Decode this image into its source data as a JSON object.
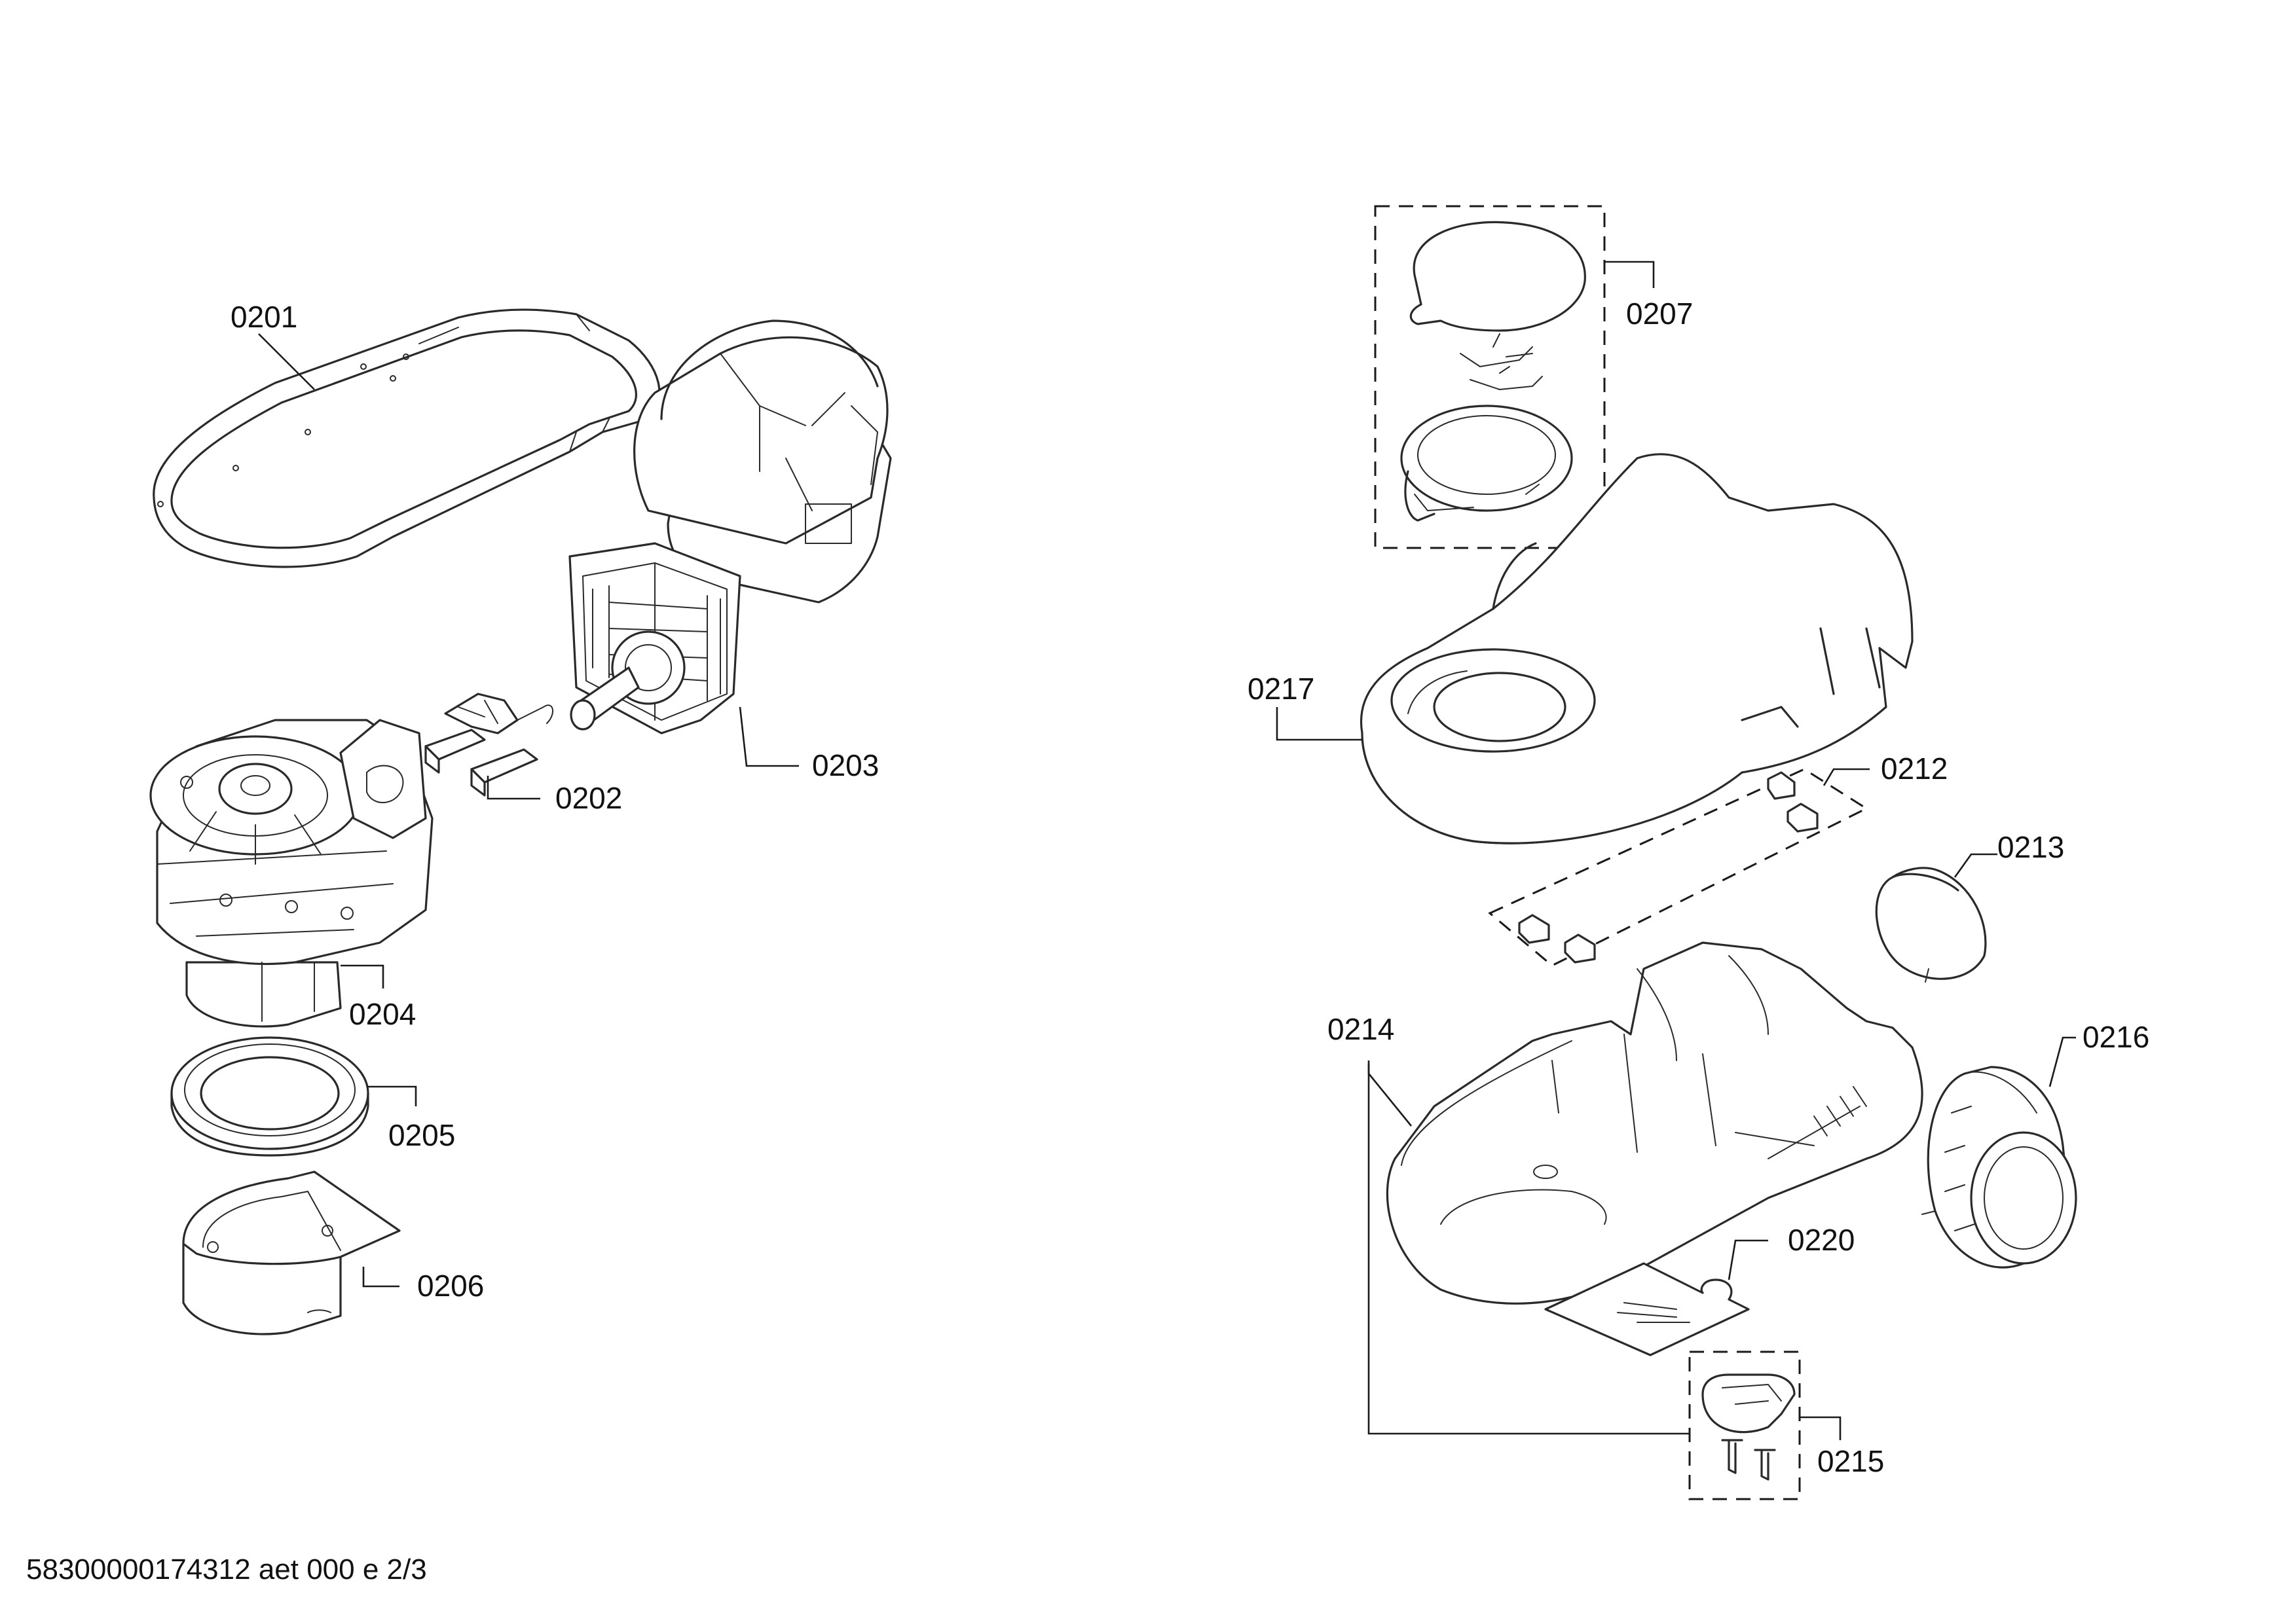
{
  "diagram": {
    "line_color": "#2a2a2a",
    "footer_text": "58300000174312 aet 000 e 2/3",
    "callouts": {
      "p0201": "0201",
      "p0202": "0202",
      "p0203": "0203",
      "p0204": "0204",
      "p0205": "0205",
      "p0206": "0206",
      "p0207": "0207",
      "p0212": "0212",
      "p0213": "0213",
      "p0214": "0214",
      "p0215": "0215",
      "p0216": "0216",
      "p0217": "0217",
      "p0220": "0220"
    }
  }
}
